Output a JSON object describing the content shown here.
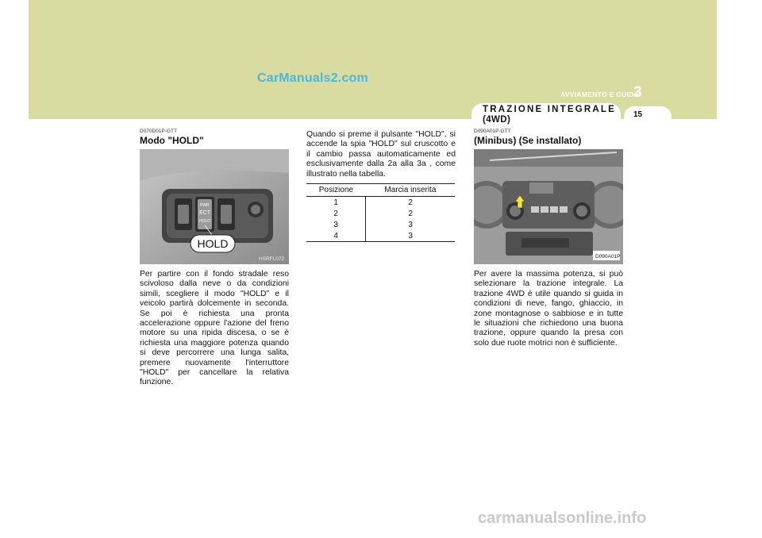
{
  "watermark": "CarManuals2.com",
  "header": {
    "chapter_label": "AVVIAMENTO E GUIDA",
    "chapter_number": "3",
    "page_number": "15",
    "section_title_line1": "TRAZIONE INTEGRALE",
    "section_title_line2": "(4WD)"
  },
  "hold_section": {
    "code": "D070D01P-GTT",
    "heading": "Modo \"HOLD\"",
    "image_callout": "HOLD",
    "image_switch_labels": [
      "PWR",
      "ECT",
      "HOLD"
    ],
    "image_code": "HSRFL072",
    "paragraph": "Per partire con il fondo stradale reso scivoloso dalla neve o da condizioni simili, scegliere il modo \"HOLD\" e il veicolo partirà dolcemente in seconda. Se poi è richiesta una pronta accelerazione oppure l'azione del freno motore su una ripida discesa, o se è richiesta una maggiore potenza quando si deve percorrere una lunga salita, premere nuovamente l'interruttore \"HOLD\" per cancellare la relativa funzione."
  },
  "middle": {
    "paragraph": "Quando si preme il pulsante \"HOLD\", si accende la spia \"HOLD\" sul cruscotto e il cambio passa automaticamente ed esclusivamente dalla 2a alla 3a , come illustrato nella tabella.",
    "table": {
      "headers": [
        "Posizione",
        "Marcia inserita"
      ],
      "rows": [
        [
          "1",
          "2"
        ],
        [
          "2",
          "2"
        ],
        [
          "3",
          "3"
        ],
        [
          "4",
          "3"
        ]
      ]
    }
  },
  "fourwd_section": {
    "code": "D090A01P-GTT",
    "heading": "(Minibus) (Se installato)",
    "image_code": "D090A01P",
    "paragraph": "Per avere la massima potenza, si può selezionare la trazione integrale. La trazione 4WD è utile quando si guida in condizioni di neve, fango, ghiaccio, in zone montagnose o sabbiose e in tutte le situazioni che richiedono una buona trazione, oppure quando la presa con solo due ruote motrici non è sufficiente."
  },
  "footer_watermark": "carmanualsonline.info"
}
